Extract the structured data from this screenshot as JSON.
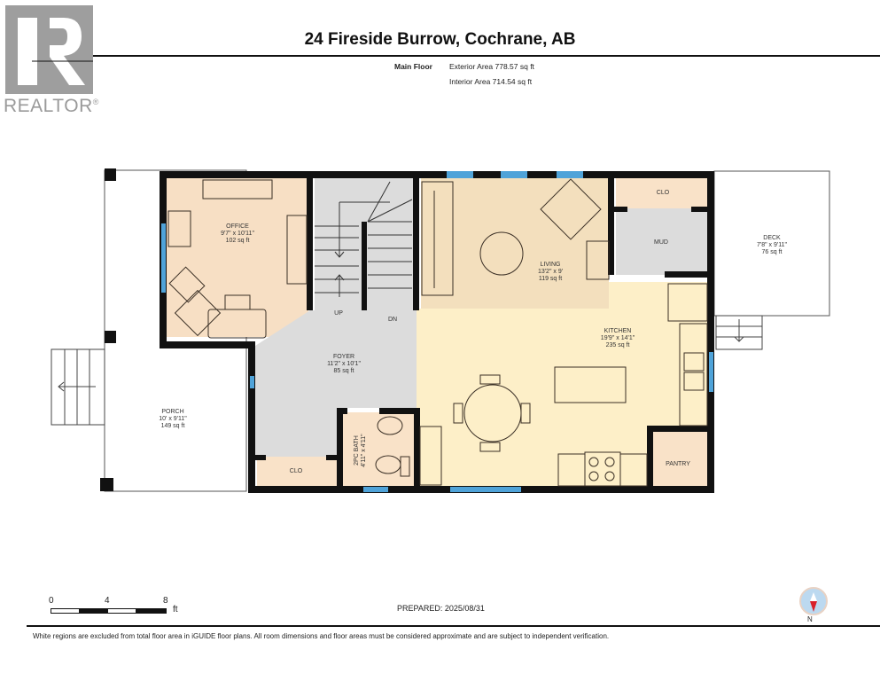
{
  "logo": {
    "text": "REALTOR",
    "mark": "®",
    "color": "#9e9e9e"
  },
  "header": {
    "title": "24 Fireside Burrow, Cochrane, AB",
    "floor_label": "Main Floor",
    "exterior_area": "Exterior Area 778.57 sq ft",
    "interior_area": "Interior Area 714.54 sq ft"
  },
  "rooms": {
    "office": {
      "name": "OFFICE",
      "dims": "9'7\" x 10'11\"",
      "area": "102 sq ft"
    },
    "living": {
      "name": "LIVING",
      "dims": "13'2\" x 9'",
      "area": "119 sq ft"
    },
    "deck": {
      "name": "DECK",
      "dims": "7'8\" x 9'11\"",
      "area": "76 sq ft"
    },
    "kitchen": {
      "name": "KITCHEN",
      "dims": "19'9\" x 14'1\"",
      "area": "235 sq ft"
    },
    "foyer": {
      "name": "FOYER",
      "dims": "11'2\" x 10'1\"",
      "area": "85 sq ft"
    },
    "porch": {
      "name": "PORCH",
      "dims": "10' x 9'11\"",
      "area": "149 sq ft"
    },
    "bath": {
      "name": "2PC BATH",
      "dims": "4'11\" x 4'11\""
    },
    "clo_top": {
      "name": "CLO"
    },
    "clo_bottom": {
      "name": "CLO"
    },
    "mud": {
      "name": "MUD"
    },
    "pantry": {
      "name": "PANTRY"
    }
  },
  "stairs": {
    "up_label": "UP",
    "down_label": "DN"
  },
  "scale": {
    "ticks": [
      "0",
      "4",
      "8"
    ],
    "unit": "ft"
  },
  "footer": {
    "prepared": "PREPARED: 2025/08/31",
    "compass_label": "N",
    "disclaimer": "White regions are excluded from total floor area in iGUIDE floor plans. All room dimensions and floor areas must be considered approximate and are subject to independent verification."
  },
  "colors": {
    "wall": "#111111",
    "window": "#4fa3d9",
    "office_fill": "#f7dfc4",
    "living_fill": "#f3dfbd",
    "kitchen_fill": "#fdefc8",
    "foyer_fill": "#dcdcdc",
    "closet_fill": "#f9e2c8",
    "compass_red": "#d9202a"
  }
}
